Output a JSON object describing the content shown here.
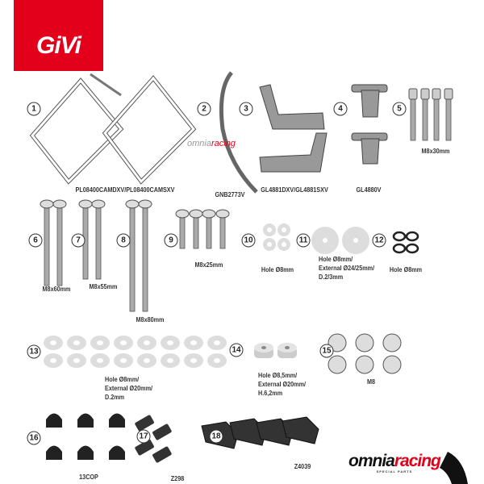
{
  "brand": {
    "logo_text": "GiVi",
    "watermark": {
      "part1": "omnia",
      "part2": "racing"
    },
    "footer_logo": {
      "part1": "omnia",
      "part2": "racing",
      "tagline": "SPECIAL PARTS"
    },
    "brand_color": "#e2001a"
  },
  "parts": [
    {
      "n": "1",
      "label": "PL08400CAMDXV/PL08400CAMSXV"
    },
    {
      "n": "2",
      "label": "GNB2773V"
    },
    {
      "n": "3",
      "label": "GL4881DXV/GL4881SXV"
    },
    {
      "n": "4",
      "label": "GL4880V"
    },
    {
      "n": "5",
      "label": "M8x30mm"
    },
    {
      "n": "6",
      "label": "M8x60mm"
    },
    {
      "n": "7",
      "label": "M8x55mm"
    },
    {
      "n": "8",
      "label": "M8x80mm"
    },
    {
      "n": "9",
      "label": "M8x25mm"
    },
    {
      "n": "10",
      "label": "Hole Ø8mm"
    },
    {
      "n": "11",
      "label": [
        "Hole Ø8mm/",
        "External Ø24/25mm/",
        "D.2/3mm"
      ]
    },
    {
      "n": "12",
      "label": "Hole Ø8mm"
    },
    {
      "n": "13",
      "label": [
        "Hole Ø8mm/",
        "External Ø20mm/",
        "D.2mm"
      ]
    },
    {
      "n": "14",
      "label": [
        "Hole Ø8,5mm/",
        "External Ø20mm/",
        "H.6,2mm"
      ]
    },
    {
      "n": "15",
      "label": "M8"
    },
    {
      "n": "16",
      "label": "13COP"
    },
    {
      "n": "17",
      "label": "Z298"
    },
    {
      "n": "18",
      "label": "Z4039"
    }
  ]
}
